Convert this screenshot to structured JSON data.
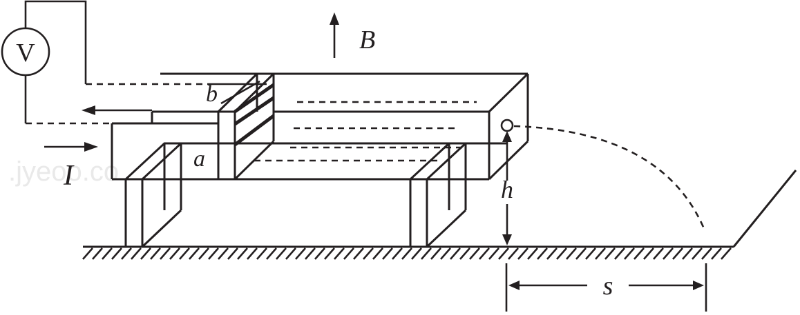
{
  "labels": {
    "voltmeter": "V",
    "field": "B",
    "plate_top": "b",
    "plate_bottom": "a",
    "current": "I",
    "height": "h",
    "distance": "s"
  },
  "watermark": ".jyeoo.co",
  "colors": {
    "ink": "#231f20",
    "background": "#ffffff"
  }
}
